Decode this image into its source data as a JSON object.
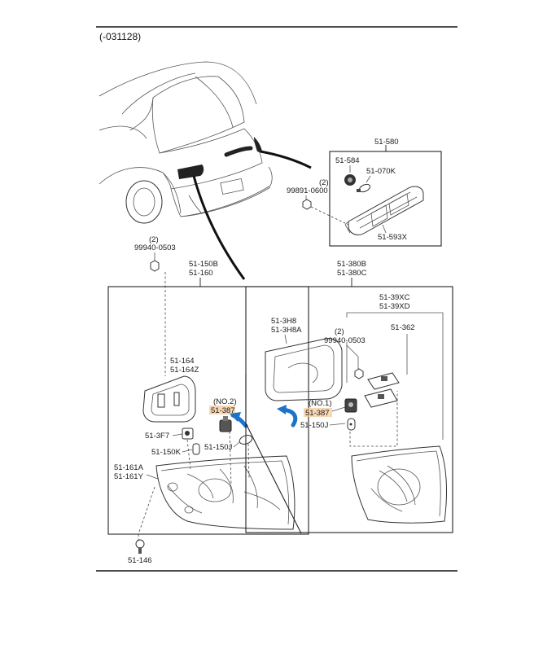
{
  "header": {
    "code": "(-031128)"
  },
  "labels": {
    "p51580": "51-580",
    "p51584": "51-584",
    "p51070k": "51-070K",
    "qty2_top": "(2)",
    "p99891": "99891-0600",
    "p51593x": "51-593X",
    "qty2_left": "(2)",
    "p99940_left": "99940-0503",
    "p51150b": "51-150B",
    "p51160": "51-160",
    "p51380b": "51-380B",
    "p51380c": "51-380C",
    "p51164": "51-164",
    "p51164z": "51-164Z",
    "no2": "(NO.2)",
    "p51387_left": "51-387",
    "p513f7": "51-3F7",
    "p51150k": "51-150K",
    "p51150j_left": "51-150J",
    "p51161a": "51-161A",
    "p51161y": "51-161Y",
    "p51146": "51-146",
    "p513h8": "51-3H8",
    "p513h8a": "51-3H8A",
    "p5139xc": "51-39XC",
    "p5139xd": "51-39XD",
    "qty2_right": "(2)",
    "p99940_right": "99940-0503",
    "p51362": "51-362",
    "no1": "(NO.1)",
    "p51387_right": "51-387",
    "p51150j_right": "51-150J"
  },
  "colors": {
    "highlight": "#f7c99a",
    "arrow": "#1e73c8"
  }
}
